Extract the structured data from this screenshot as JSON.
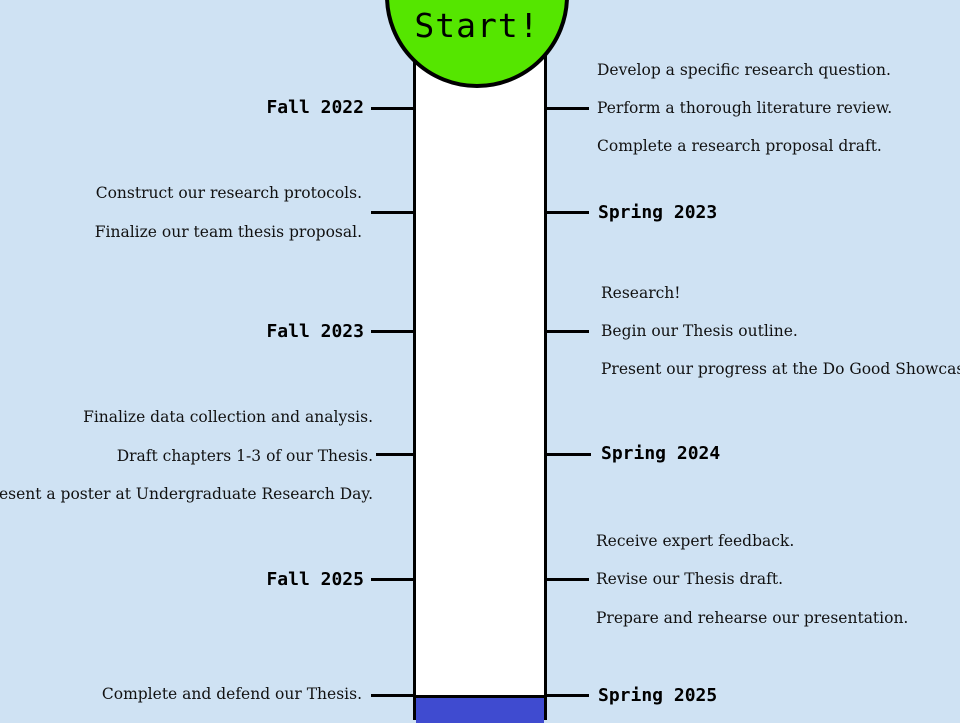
{
  "start_label": "Start!",
  "milestones": [
    {
      "term": "Fall 2022",
      "tasks": [
        "Develop a specific research question.",
        "Perform a thorough literature review.",
        "Complete a research proposal draft."
      ]
    },
    {
      "term": "Spring 2023",
      "tasks": [
        "Construct our research protocols.",
        "Finalize our team thesis proposal."
      ]
    },
    {
      "term": "Fall 2023",
      "tasks": [
        "Research!",
        "Begin our Thesis outline.",
        "Present our progress at the Do Good Showcase."
      ]
    },
    {
      "term": "Spring 2024",
      "tasks": [
        "Finalize data collection and analysis.",
        "Draft chapters 1-3 of our Thesis.",
        "Present a poster at Undergraduate Research Day."
      ]
    },
    {
      "term": "Fall 2025",
      "tasks": [
        "Receive expert feedback.",
        "Revise our Thesis draft.",
        "Prepare and rehearse our presentation."
      ]
    },
    {
      "term": "Spring 2025",
      "tasks": [
        "Complete and defend our Thesis."
      ]
    }
  ],
  "colors": {
    "background": "#cfe2f3",
    "start_circle": "#55e600",
    "progress_fill": "#3f4bd0",
    "tube": "#ffffff"
  }
}
